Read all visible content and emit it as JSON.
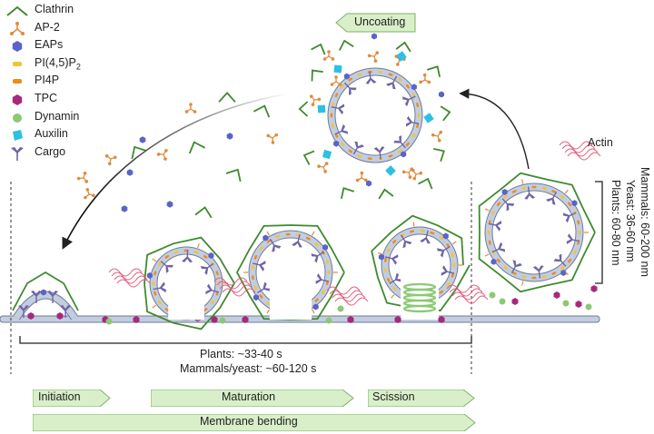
{
  "legend": {
    "clathrin": "Clathrin",
    "ap2": "AP-2",
    "eaps": "EAPs",
    "pip2_main": "PI(4,5)P",
    "pip2_sub": "2",
    "pi4p": "PI4P",
    "tpc": "TPC",
    "dynamin": "Dynamin",
    "auxilin": "Auxilin",
    "cargo": "Cargo"
  },
  "labels": {
    "uncoating": "Uncoating",
    "actin": "Actin",
    "size_mammals": "Mammals: 60-200 nm",
    "size_yeast": "Yeast: 36-60 nm",
    "size_plants": "Plants: 60-80 nm",
    "time_plants": "Plants: ~33-40 s",
    "time_mammals": "Mammals/yeast: ~60-120 s"
  },
  "phases": {
    "initiation": "Initiation",
    "maturation": "Maturation",
    "scission": "Scission",
    "bending": "Membrane bending"
  },
  "colors": {
    "clathrin": "#3f8a2e",
    "ap2": "#e08a3c",
    "eaps": "#5a63c8",
    "pip2": "#f2c431",
    "pi4p": "#ef8a1c",
    "tpc": "#a8287e",
    "dynamin": "#8cc974",
    "auxilin": "#2bc0e4",
    "cargo": "#6e64a6",
    "membrane": "#c3cde0",
    "membrane_edge": "#6f7c96",
    "actin": "#e0607e",
    "phase_fill": "#d9efc9",
    "phase_edge": "#7db268"
  }
}
